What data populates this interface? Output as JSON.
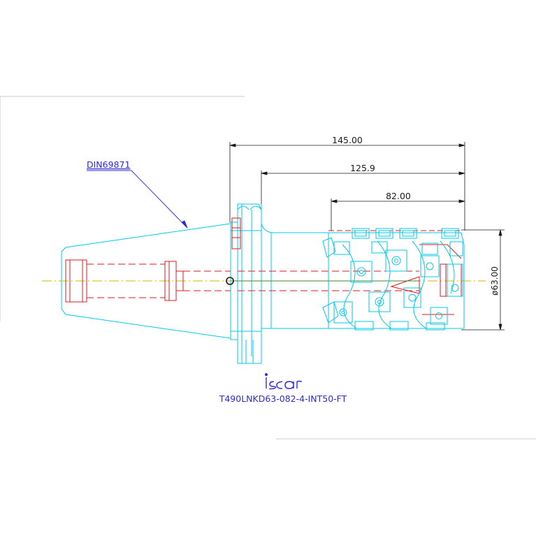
{
  "drawing": {
    "standard_label": "DIN69871",
    "part_number": "T490LNKD63-082-4-INT50-FT",
    "logo_text": "iscar"
  },
  "dimensions": {
    "overall_length": "145.00",
    "length_2": "125.9",
    "cutting_length": "82.00",
    "diameter": "ø63.00"
  },
  "colors": {
    "outline": "#00c8e6",
    "dimension": "#1a1a1a",
    "hidden": "#e0191f",
    "leader": "#2b2bd6",
    "centerline": "#d6b400",
    "axis": "#3a8a2a"
  }
}
